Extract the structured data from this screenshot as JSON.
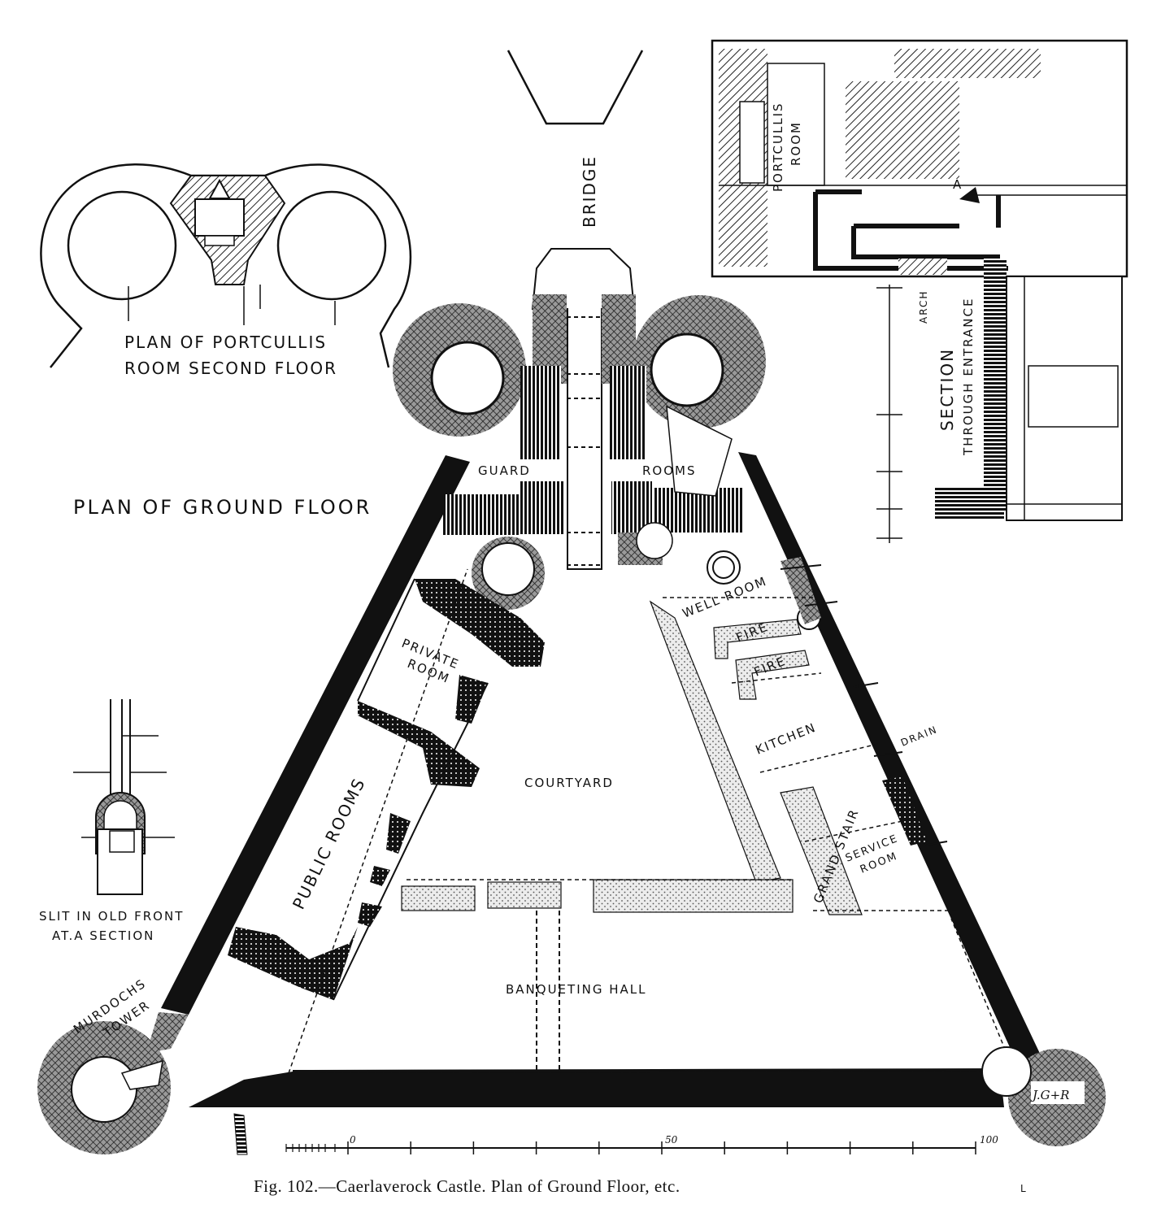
{
  "labels": {
    "bridge": "BRIDGE",
    "portcullis_plan_1": "PLAN OF PORTCULLIS",
    "portcullis_plan_2": "ROOM SECOND FLOOR",
    "plan_ground": "PLAN OF GROUND FLOOR",
    "portcullis_room_1": "PORTCULLIS",
    "portcullis_room_2": "ROOM",
    "marker_a": "A",
    "arch": "ARCH",
    "section_1": "SECTION",
    "section_2": "THROUGH ENTRANCE",
    "guard": "GUARD",
    "rooms": "ROOMS",
    "well_room": "WELL ROOM",
    "fire_1": "FIRE",
    "fire_2": "FIRE",
    "private_1": "PRIVATE",
    "private_2": "ROOM",
    "kitchen": "KITCHEN",
    "drain": "DRAIN",
    "courtyard": "COURTYARD",
    "public_rooms": "PUBLIC ROOMS",
    "grand_stair": "GRAND STAIR",
    "service_1": "SERVICE",
    "service_2": "ROOM",
    "slit_1": "SLIT IN OLD FRONT",
    "slit_2": "AT.A SECTION",
    "murdochs_1": "MURDOCHS",
    "murdochs_2": "TOWER",
    "banqueting_hall": "BANQUETING HALL",
    "signature": "J.G+R",
    "page_mark": "L"
  },
  "scale": {
    "ticks": [
      "0",
      "50",
      "100"
    ]
  },
  "caption": "Fig. 102.—Caerlaverock Castle.   Plan of Ground Floor, etc."
}
